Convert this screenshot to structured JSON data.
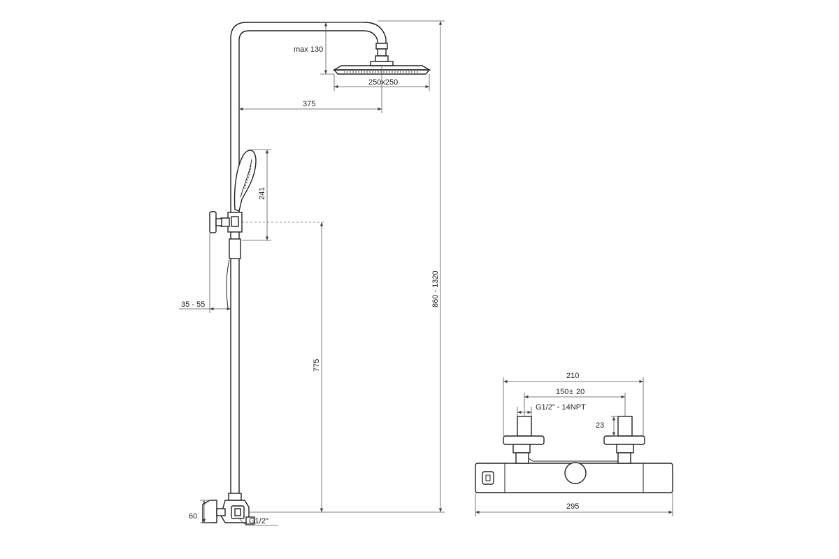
{
  "dimensions": {
    "head_drop": "max 130",
    "head_size": "250x250",
    "arm_reach": "375",
    "handshower_length": "241",
    "wall_distance": "35 - 55",
    "holder_height": "775",
    "total_height": "860 - 1320",
    "bottom_offset": "60",
    "bottom_connection": "G1/2\"",
    "mixer_width": "210",
    "inlet_spacing": "150",
    "inlet_tolerance": "±",
    "inlet_tolerance_value": "20",
    "inlet_thread": "G1/2\" - 14NPT",
    "inlet_depth": "23",
    "mixer_length": "295"
  }
}
